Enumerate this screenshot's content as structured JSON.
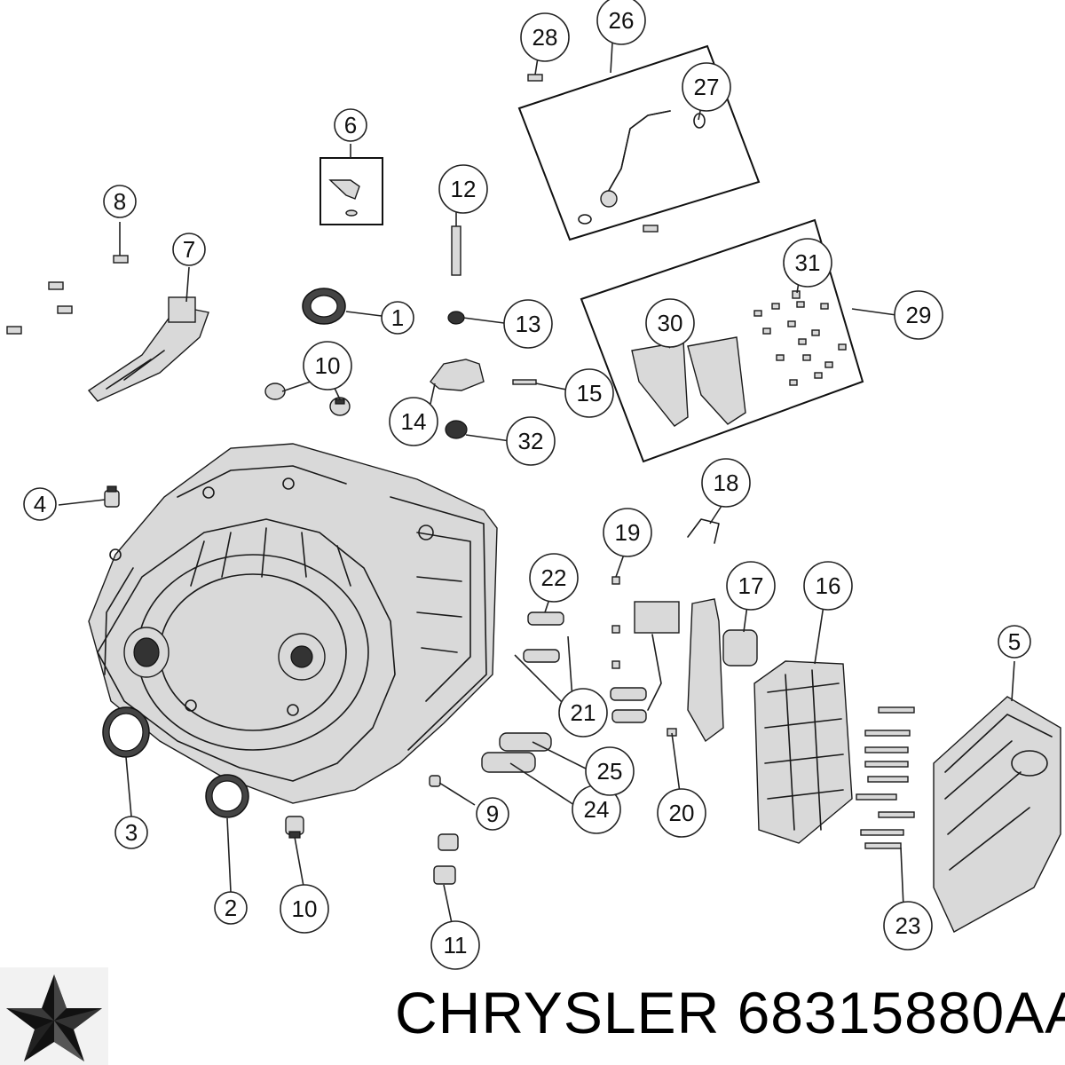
{
  "callouts": [
    {
      "num": "1"
    },
    {
      "num": "2"
    },
    {
      "num": "3"
    },
    {
      "num": "4"
    },
    {
      "num": "5"
    },
    {
      "num": "6"
    },
    {
      "num": "7"
    },
    {
      "num": "8"
    },
    {
      "num": "9"
    },
    {
      "num": "10"
    },
    {
      "num": "10"
    },
    {
      "num": "11"
    },
    {
      "num": "12"
    },
    {
      "num": "13"
    },
    {
      "num": "14"
    },
    {
      "num": "15"
    },
    {
      "num": "16"
    },
    {
      "num": "17"
    },
    {
      "num": "18"
    },
    {
      "num": "19"
    },
    {
      "num": "20"
    },
    {
      "num": "21"
    },
    {
      "num": "22"
    },
    {
      "num": "23"
    },
    {
      "num": "24"
    },
    {
      "num": "25"
    },
    {
      "num": "26"
    },
    {
      "num": "27"
    },
    {
      "num": "28"
    },
    {
      "num": "29"
    },
    {
      "num": "30"
    },
    {
      "num": "31"
    },
    {
      "num": "32"
    }
  ],
  "brand": {
    "name": "CHRYSLER",
    "part_number": "68315880AA",
    "logo_icon": "pentastar-logo-icon"
  }
}
